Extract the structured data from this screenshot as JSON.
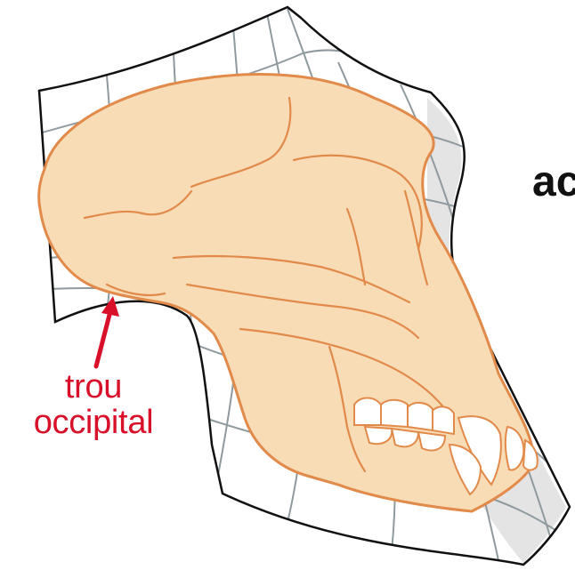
{
  "labels": {
    "trou_line1": "trou",
    "trou_line2": "occipital",
    "cut_text": "ac"
  },
  "icons": {
    "arrow": "red-arrow-icon",
    "skull": "ape-skull-illustration",
    "grid": "deformation-grid"
  },
  "colors": {
    "skull_fill": "#f7dcb6",
    "skull_outline": "#e28a4a",
    "grid_line": "#8f9a9e",
    "grid_background": "#e4e4e4",
    "label_red": "#d8102a",
    "outline_black": "#111111"
  }
}
